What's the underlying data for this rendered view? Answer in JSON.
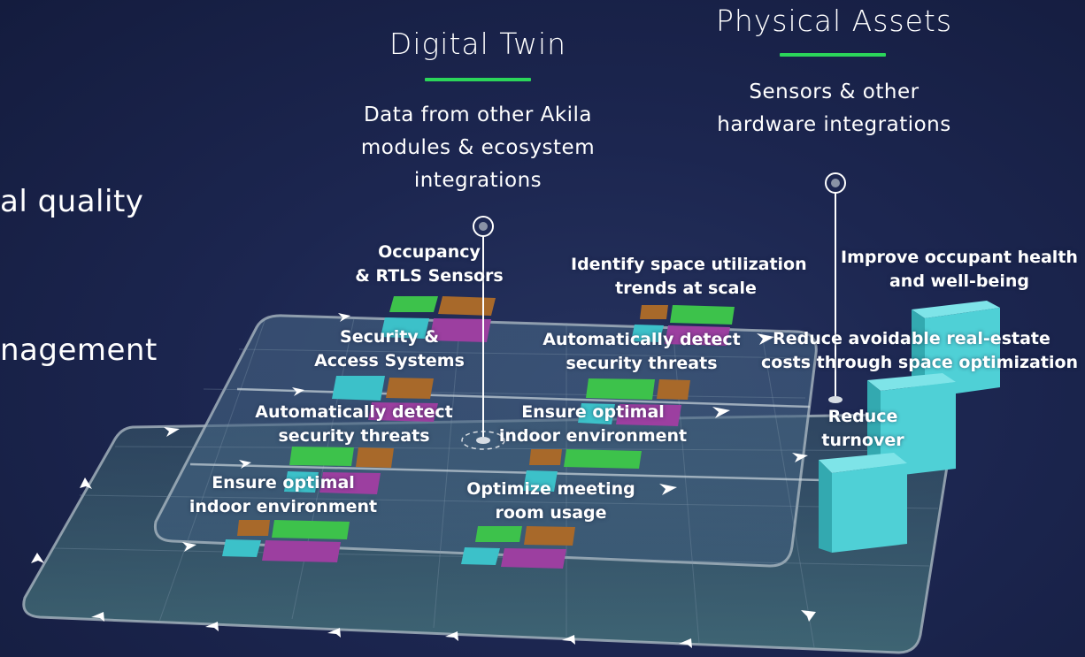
{
  "left_labels": {
    "line1": "al quality",
    "line2": "nagement"
  },
  "digital_twin": {
    "title": "Digital Twin",
    "description_lines": [
      "Data from other Akila",
      "modules & ecosystem",
      "integrations"
    ]
  },
  "physical_assets": {
    "title": "Physical Assets",
    "description_lines": [
      "Sensors & other",
      "hardware integrations"
    ]
  },
  "platform_labels": [
    {
      "lines": [
        "Occupancy",
        "& RTLS Sensors"
      ]
    },
    {
      "lines": [
        "Identify space utilization",
        "trends at scale"
      ]
    },
    {
      "lines": [
        "Security &",
        "Access Systems"
      ]
    },
    {
      "lines": [
        "Automatically detect",
        "security threats"
      ]
    },
    {
      "lines": [
        "Automatically detect",
        "security threats"
      ]
    },
    {
      "lines": [
        "Ensure optimal",
        "indoor environment"
      ]
    },
    {
      "lines": [
        "Ensure optimal",
        "indoor environment"
      ]
    },
    {
      "lines": [
        "Optimize meeting",
        "room usage"
      ]
    }
  ],
  "outcome_labels": [
    {
      "lines": [
        "Improve occupant health",
        "and well-being"
      ]
    },
    {
      "lines": [
        "Reduce avoidable real-estate",
        "costs through space optimization"
      ]
    },
    {
      "lines": [
        "Reduce",
        "turnover"
      ]
    }
  ],
  "colors": {
    "accent_green": "#2bd65a",
    "tile_green": "#3dc24b",
    "tile_orange": "#a8692a",
    "tile_magenta": "#9c3fa0",
    "tile_cyan": "#3cc1c9",
    "cube_cyan": "#4fd0d6"
  }
}
